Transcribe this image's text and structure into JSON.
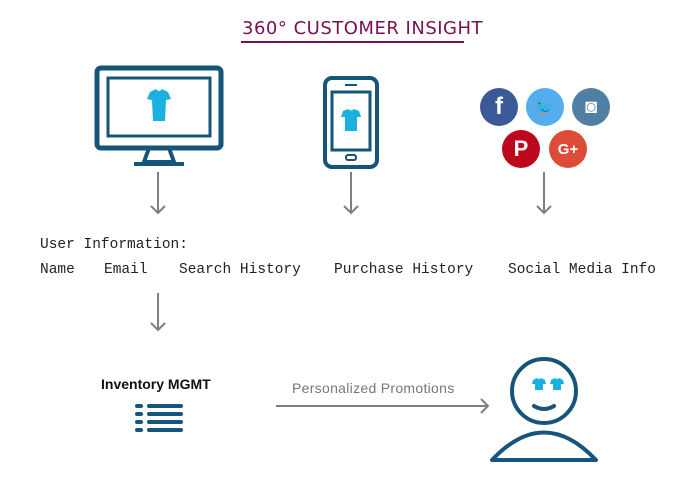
{
  "title": "360° CUSTOMER INSIGHT",
  "sources": {
    "desktop": "desktop-monitor-shirt",
    "mobile": "smartphone-shirt",
    "social": [
      {
        "name": "facebook",
        "glyph": "f",
        "color": "#3b5998"
      },
      {
        "name": "twitter",
        "glyph": "🐦",
        "color": "#55acee"
      },
      {
        "name": "instagram",
        "glyph": "◙",
        "color": "#517fa4"
      },
      {
        "name": "pinterest",
        "glyph": "P",
        "color": "#bd081c"
      },
      {
        "name": "google-plus",
        "glyph": "G+",
        "color": "#dd4b39"
      }
    ]
  },
  "user_info": {
    "heading": "User Information:",
    "fields": [
      "Name",
      "Email",
      "Search History",
      "Purchase History",
      "Social Media Info"
    ]
  },
  "inventory_label": "Inventory MGMT",
  "promotions_label": "Personalized Promotions",
  "colors": {
    "primary": "#15557a",
    "accent": "#1ab0e0",
    "title": "#7a1050",
    "arrow": "#7f7f7f"
  }
}
